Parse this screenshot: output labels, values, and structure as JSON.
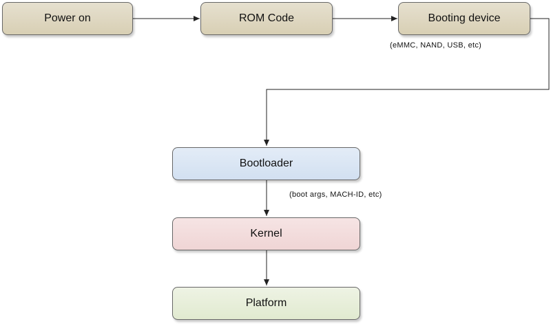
{
  "nodes": {
    "power_on": "Power on",
    "rom_code": "ROM Code",
    "booting_device": "Booting device",
    "bootloader": "Bootloader",
    "kernel": "Kernel",
    "platform": "Platform"
  },
  "notes": {
    "booting_device": "(eMMC, NAND, USB, etc)",
    "bootloader": "(boot args, MACH-ID, etc)"
  },
  "colors": {
    "tan": "#ddd5bd",
    "blue": "#d7e3f2",
    "pink": "#f1d9d9",
    "green": "#e5ecd6",
    "connector": "#222222"
  }
}
